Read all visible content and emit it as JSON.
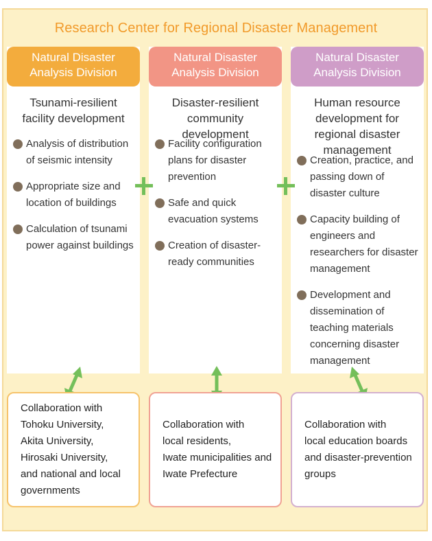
{
  "center_title": "Research Center for Regional Disaster Management",
  "colors": {
    "frame_fill": "#fdf1c7",
    "frame_border": "#f4d999",
    "title_text": "#f19a2a",
    "plus": "#74bf5a",
    "arrow": "#74bf5a",
    "bullet": "#806e5a"
  },
  "columns": [
    {
      "header": "Natural Disaster\nAnalysis Division",
      "header_color": "#f3ac3d",
      "title": "Tsunami-resilient facility development",
      "bullets": [
        "Analysis of distribution of seismic intensity",
        "Appropriate size and location of buildings",
        "Calculation of tsunami power against buildings"
      ],
      "collab_border": "#f6c36b",
      "collaboration": "Collaboration with\nTohoku University,\nAkita University,\nHirosaki University,\nand national and local\ngovernments"
    },
    {
      "header": "Natural Disaster\nAnalysis Division",
      "header_color": "#f29585",
      "title": "Disaster-resilient community development",
      "bullets": [
        "Facility configuration plans for disaster prevention",
        "Safe and quick evacuation systems",
        "Creation of disaster-ready communities"
      ],
      "collab_border": "#f0a294",
      "collaboration": "Collaboration with\nlocal residents,\nIwate municipalities and\nIwate Prefecture"
    },
    {
      "header": "Natural Disaster\nAnalysis Division",
      "header_color": "#cf9dc8",
      "title": "Human resource development for regional disaster management",
      "bullets": [
        "Creation, practice, and passing down of disaster culture",
        "Capacity building of engineers and researchers for disaster management",
        "Development and dissemination of teaching materials concerning disaster management"
      ],
      "collab_border": "#d3b0cf",
      "collaboration": "Collaboration with\nlocal education boards\nand disaster-prevention\ngroups"
    }
  ]
}
